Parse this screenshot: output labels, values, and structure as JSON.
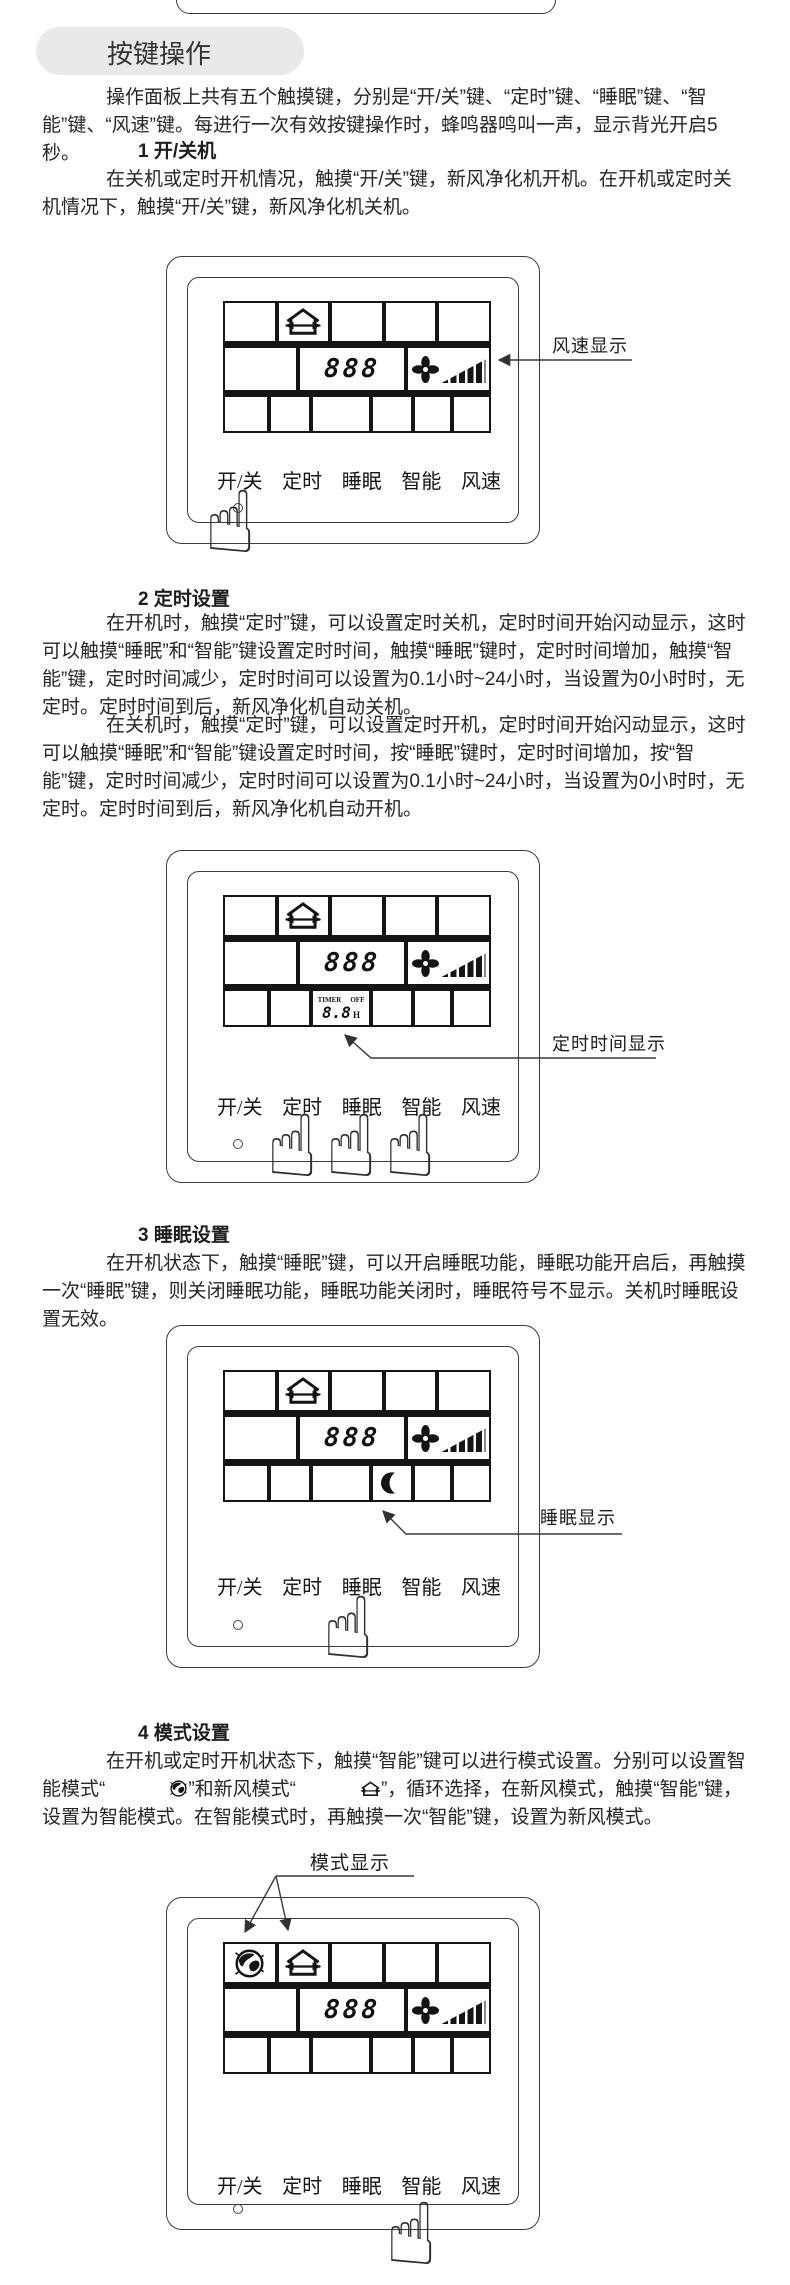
{
  "title": "按键操作",
  "intro": "操作面板上共有五个触摸键，分别是“开/关”键、“定时”键、“睡眠”键、“智能”键、“风速”键。每进行一次有效按键操作时，蜂鸣器鸣叫一声，显示背光开启5秒。",
  "sections": [
    {
      "heading": "1 开/关机",
      "paras": [
        "在关机或定时开机情况，触摸“开/关”键，新风净化机开机。在开机或定时关机情况下，触摸“开/关”键，新风净化机关机。"
      ]
    },
    {
      "heading": "2 定时设置",
      "paras": [
        "在开机时，触摸“定时”键，可以设置定时关机，定时时间开始闪动显示，这时可以触摸“睡眠”和“智能”键设置定时时间，触摸“睡眠”键时，定时时间增加，触摸“智能”键，定时时间减少，定时时间可以设置为0.1小时~24小时，当设置为0小时时，无定时。定时时间到后，新风净化机自动关机。",
        "在关机时，触摸“定时”键，可以设置定时开机，定时时间开始闪动显示，这时可以触摸“睡眠”和“智能”键设置定时时间，按“睡眠”键时，定时时间增加，按“智能”键，定时时间减少，定时时间可以设置为0.1小时~24小时，当设置为0小时时，无定时。定时时间到后，新风净化机自动开机。"
      ]
    },
    {
      "heading": "3 睡眠设置",
      "paras": [
        "在开机状态下，触摸“睡眠”键，可以开启睡眠功能，睡眠功能开启后，再触摸一次“睡眠”键，则关闭睡眠功能，睡眠功能关闭时，睡眠符号不显示。关机时睡眠设置无效。"
      ]
    },
    {
      "heading": "4 模式设置",
      "para_parts": {
        "p1": "在开机或定时开机状态下，触摸“智能”键可以进行模式设置。分别可以设置智能模式“",
        "p2": "”和新风模式“",
        "p3": "”，循环选择，在新风模式，触摸“智能”键，设置为智能模式。在智能模式时，再触摸一次“智能”键，设置为新风模式。"
      }
    }
  ],
  "panel": {
    "buttons": [
      "开/关",
      "定时",
      "睡眠",
      "智能",
      "风速"
    ],
    "lcd": {
      "digits": "888",
      "timer_label": "TIMER",
      "timer_state": "OFF",
      "timer_value": "8.8",
      "timer_unit": "H"
    },
    "hand_glyph": "☝"
  },
  "callouts": {
    "fan_speed": "风速显示",
    "timer_time": "定时时间显示",
    "sleep": "睡眠显示",
    "mode": "模式显示"
  },
  "colors": {
    "ink": "#222222",
    "line": "#3a3a3a",
    "pill_bg": "#e9e9e9"
  }
}
